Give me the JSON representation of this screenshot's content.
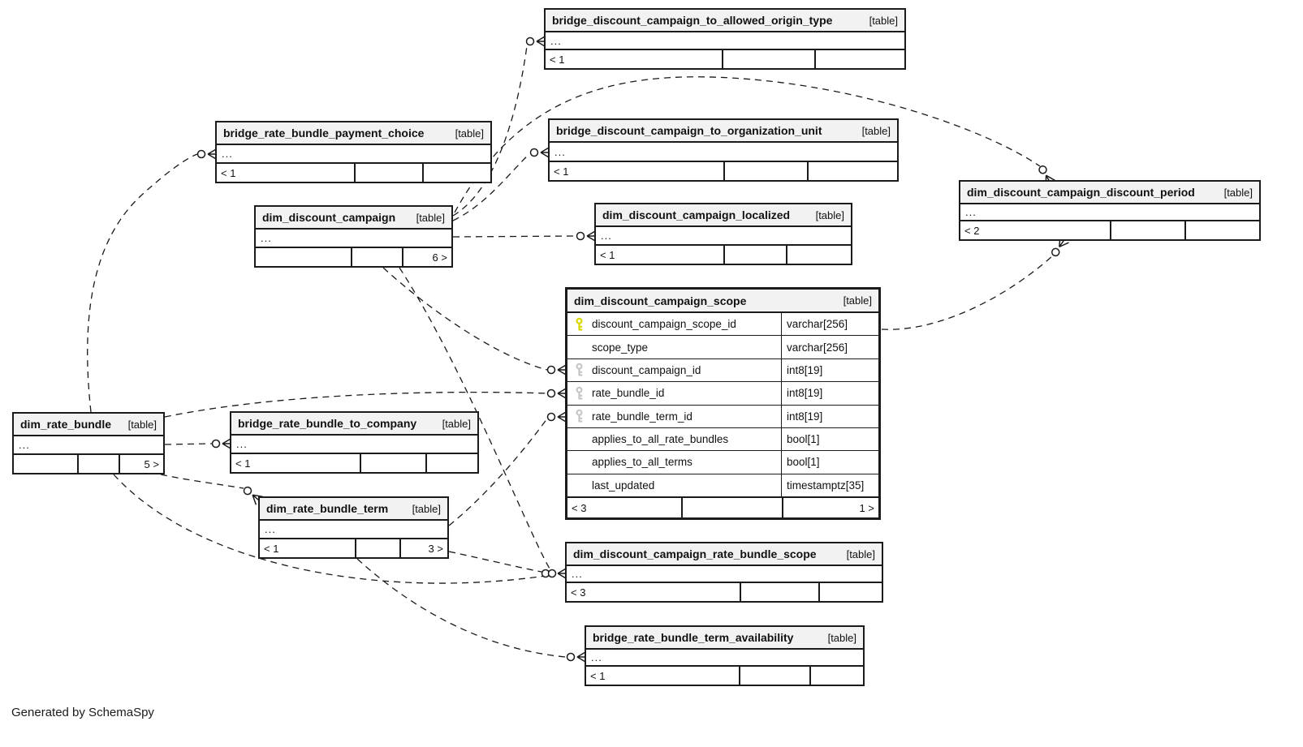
{
  "footer_note": "Generated by SchemaSpy",
  "colors": {
    "header_bg": "#f2f2f2",
    "border": "#1b1b1b",
    "edge": "#1a1a1a",
    "pk_key": "#d9d900",
    "fk_key": "#c6c6c6"
  },
  "tables": {
    "allowed_origin_type": {
      "name": "bridge_discount_campaign_to_allowed_origin_type",
      "tag": "[table]",
      "ellipsis": "...",
      "footer": {
        "left": "< 1",
        "mid": "",
        "right": ""
      }
    },
    "payment_choice": {
      "name": "bridge_rate_bundle_payment_choice",
      "tag": "[table]",
      "ellipsis": "...",
      "footer": {
        "left": "< 1",
        "mid": "",
        "right": ""
      }
    },
    "organization_unit": {
      "name": "bridge_discount_campaign_to_organization_unit",
      "tag": "[table]",
      "ellipsis": "...",
      "footer": {
        "left": "< 1",
        "mid": "",
        "right": ""
      }
    },
    "campaign": {
      "name": "dim_discount_campaign",
      "tag": "[table]",
      "ellipsis": "...",
      "footer": {
        "left": "",
        "mid": "",
        "right": "6 >"
      }
    },
    "localized": {
      "name": "dim_discount_campaign_localized",
      "tag": "[table]",
      "ellipsis": "...",
      "footer": {
        "left": "< 1",
        "mid": "",
        "right": ""
      }
    },
    "discount_period": {
      "name": "dim_discount_campaign_discount_period",
      "tag": "[table]",
      "ellipsis": "...",
      "footer": {
        "left": "< 2",
        "mid": "",
        "right": ""
      }
    },
    "scope": {
      "name": "dim_discount_campaign_scope",
      "tag": "[table]",
      "footer": {
        "left": "< 3",
        "mid": "",
        "right": "1 >"
      },
      "columns": [
        {
          "name": "discount_campaign_scope_id",
          "type": "varchar[256]",
          "key": "pk"
        },
        {
          "name": "scope_type",
          "type": "varchar[256]",
          "key": ""
        },
        {
          "name": "discount_campaign_id",
          "type": "int8[19]",
          "key": "fk"
        },
        {
          "name": "rate_bundle_id",
          "type": "int8[19]",
          "key": "fk"
        },
        {
          "name": "rate_bundle_term_id",
          "type": "int8[19]",
          "key": "fk"
        },
        {
          "name": "applies_to_all_rate_bundles",
          "type": "bool[1]",
          "key": ""
        },
        {
          "name": "applies_to_all_terms",
          "type": "bool[1]",
          "key": ""
        },
        {
          "name": "last_updated",
          "type": "timestamptz[35]",
          "key": ""
        }
      ]
    },
    "rate_bundle": {
      "name": "dim_rate_bundle",
      "tag": "[table]",
      "ellipsis": "...",
      "footer": {
        "left": "",
        "mid": "",
        "right": "5 >"
      }
    },
    "to_company": {
      "name": "bridge_rate_bundle_to_company",
      "tag": "[table]",
      "ellipsis": "...",
      "footer": {
        "left": "< 1",
        "mid": "",
        "right": ""
      }
    },
    "rate_bundle_term": {
      "name": "dim_rate_bundle_term",
      "tag": "[table]",
      "ellipsis": "...",
      "footer": {
        "left": "< 1",
        "mid": "",
        "right": "3 >"
      }
    },
    "rate_bundle_scope": {
      "name": "dim_discount_campaign_rate_bundle_scope",
      "tag": "[table]",
      "ellipsis": "...",
      "footer": {
        "left": "< 3",
        "mid": "",
        "right": ""
      }
    },
    "availability": {
      "name": "bridge_rate_bundle_term_availability",
      "tag": "[table]",
      "ellipsis": "...",
      "footer": {
        "left": "< 1",
        "mid": "",
        "right": ""
      }
    }
  }
}
